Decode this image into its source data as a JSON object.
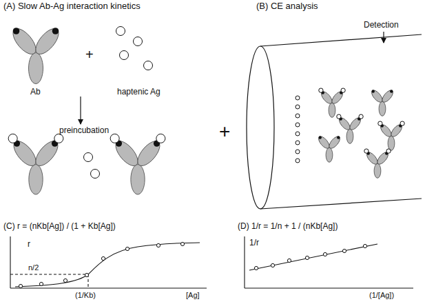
{
  "diagram": {
    "labels": [
      "(A) Slow Ab-Ag interaction kinetics",
      "(B) CE analysis",
      "Ab",
      "+",
      "haptenic Ag",
      "preincubation",
      "+",
      "Detection",
      "(C) r = (nKb[Ag]) / (1 + Kb[Ag])",
      "r",
      "n/2",
      "(1/Kb)",
      "[Ag]",
      "(D) 1/r = 1/n + 1 / (nKb[Ag])",
      "1/r",
      "(1/[Ag])"
    ]
  }
}
